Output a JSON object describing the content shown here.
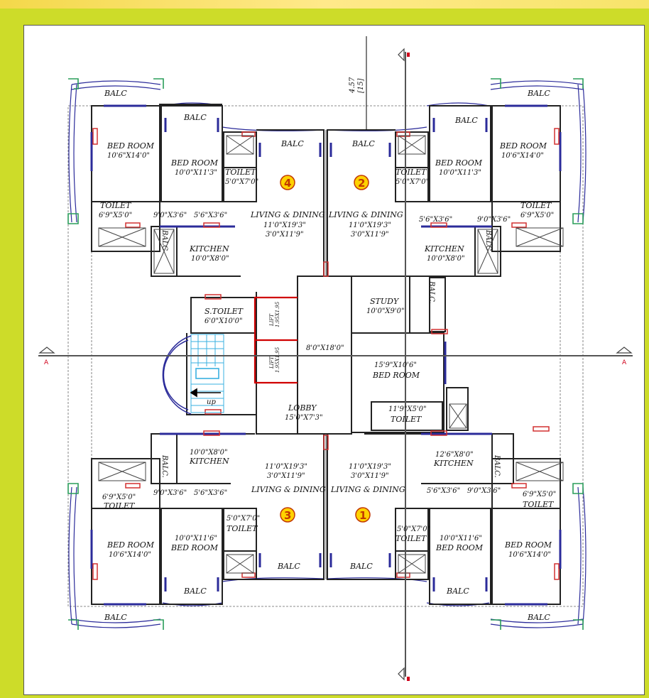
{
  "section_marker": "A",
  "top_dimension": {
    "value": "4.57",
    "alt": "[15]"
  },
  "lobby": {
    "label": "LOBBY",
    "size": "15'0\"X7'3\"",
    "passage": "8'0\"X18'0\""
  },
  "lift": {
    "label": "LIFT",
    "size_a": "1.95X1.95",
    "size_b": "1.95X1.95"
  },
  "stair_up": "up",
  "s_toilet": {
    "label": "S.TOILET",
    "size": "6'0\"X10'0\""
  },
  "study": {
    "label": "STUDY",
    "size": "10'0\"X9'0\""
  },
  "center_bed": {
    "label": "BED ROOM",
    "size": "15'9\"X10'6\""
  },
  "center_toilet": {
    "label": "TOILET",
    "size": "11'9\"X5'0\""
  },
  "center_balc": "BALC.",
  "units": {
    "u4": {
      "num": "4",
      "balc_outer": "BALC",
      "balc_inner": "BALC",
      "balc_front": "BALC",
      "bed1": "BED ROOM",
      "bed1_size": "10'6\"X14'0\"",
      "bed2": "BED ROOM",
      "bed2_size": "10'0\"X11'3\"",
      "toilet1": "TOILET",
      "toilet1_size": "6'9\"X5'0\"",
      "toilet2": "TOILET",
      "toilet2_size": "5'0\"X7'0\"",
      "pass1": "9'0\"X3'6\"",
      "pass2": "5'6\"X3'6\"",
      "living": "LIVING & DINING",
      "living_size1": "11'0\"X19'3\"",
      "living_size2": "3'0\"X11'9\"",
      "kitchen": "KITCHEN",
      "kitchen_size": "10'0\"X8'0\"",
      "side_balc": "BALC"
    },
    "u2": {
      "num": "2",
      "balc_outer": "BALC",
      "balc_inner": "BALC",
      "balc_front": "BALC",
      "bed1": "BED ROOM",
      "bed1_size": "10'6\"X14'0\"",
      "bed2": "BED ROOM",
      "bed2_size": "10'0\"X11'3\"",
      "toilet1": "TOILET",
      "toilet1_size": "6'9\"X5'0\"",
      "toilet2": "TOILET",
      "toilet2_size": "5'0\"X7'0\"",
      "pass1": "9'0\"X3'6\"",
      "pass2": "5'6\"X3'6\"",
      "living": "LIVING & DINING",
      "living_size1": "11'0\"X19'3\"",
      "living_size2": "3'0\"X11'9\"",
      "kitchen": "KITCHEN",
      "kitchen_size": "10'0\"X8'0\"",
      "side_balc": "BALC"
    },
    "u3": {
      "num": "3",
      "balc_outer": "BALC",
      "balc_inner": "BALC",
      "balc_front": "BALC",
      "bed1": "BED ROOM",
      "bed1_size": "10'6\"X14'0\"",
      "bed2": "BED ROOM",
      "bed2_size": "10'0\"X11'6\"",
      "toilet1": "TOILET",
      "toilet1_size": "6'9\"X5'0\"",
      "toilet2": "TOILET",
      "toilet2_size": "5'0\"X7'0\"",
      "pass1": "9'0\"X3'6\"",
      "pass2": "5'6\"X3'6\"",
      "living": "LIVING & DINING",
      "living_size1": "11'0\"X19'3\"",
      "living_size2": "3'0\"X11'9\"",
      "kitchen": "KITCHEN",
      "kitchen_size": "10'0\"X8'0\"",
      "side_balc": "BALC."
    },
    "u1": {
      "num": "1",
      "balc_outer": "BALC",
      "balc_inner": "BALC",
      "balc_front": "BALC",
      "bed1": "BED ROOM",
      "bed1_size": "10'6\"X14'0\"",
      "bed2": "BED ROOM",
      "bed2_size": "10'0\"X11'6\"",
      "toilet1": "TOILET",
      "toilet1_size": "6'9\"X5'0\"",
      "toilet2": "TOILET",
      "toilet2_size": "5'0\"X7'0\"",
      "pass1": "9'0\"X3'6\"",
      "pass2": "5'6\"X3'6\"",
      "living": "LIVING & DINING",
      "living_size1": "11'0\"X19'3\"",
      "living_size2": "3'0\"X11'9\"",
      "kitchen": "KITCHEN",
      "kitchen_size": "12'6\"X8'0\"",
      "side_balc": "BALC."
    }
  },
  "colors": {
    "frame": "#cddc29",
    "wall": "#222222",
    "window": "#2b2b9a",
    "door": "#d23030",
    "lift_wall": "#d00000",
    "stair": "#3ab0e0",
    "column": "#2a9d5a",
    "unit_number_fill": "#ffd200",
    "unit_number_text": "#c23800"
  }
}
